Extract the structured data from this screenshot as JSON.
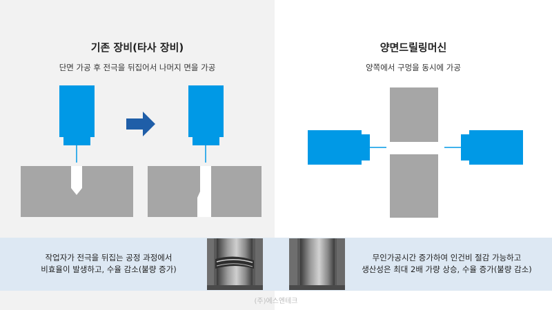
{
  "left": {
    "title": "기존 장비(타사 장비)",
    "subtitle": "단면 가공 후 전극을 뒤집어서 나머지 면을 가공",
    "caption_line1": "작업자가 전극을 뒤집는 공정 과정에서",
    "caption_line2": "비효율이 발생하고, 수율 감소(불량 증가)",
    "photo_icon": "sem-drilled-hole-defect-photo"
  },
  "right": {
    "title": "양면드릴링머신",
    "subtitle": "양쪽에서 구멍을 동시에 가공",
    "caption_line1": "무인가공시간 증가하여 인건비 절감 가능하고",
    "caption_line2": "생산성은 최대 2배 가량 상승, 수율 증가(불량 감소)",
    "photo_icon": "sem-drilled-hole-clean-photo"
  },
  "footer": "(주)에스엔테크",
  "colors": {
    "tool_blue": "#0099e6",
    "arrow_blue": "#1f5ea8",
    "block_gray": "#a6a6a6",
    "left_bg": "#f2f2f2",
    "band_bg": "#dde8f3"
  }
}
